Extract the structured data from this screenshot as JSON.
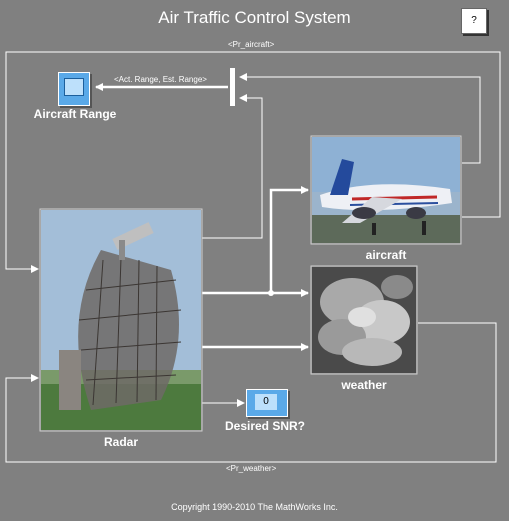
{
  "window": {
    "title": "Air Traffic Control System",
    "help_label": "?",
    "copyright": "Copyright 1990-2010 The MathWorks Inc."
  },
  "blocks": {
    "aircraft": {
      "label": "aircraft"
    },
    "weather": {
      "label": "weather"
    },
    "radar": {
      "label": "Radar"
    },
    "aircraft_range": {
      "label": "Aircraft Range"
    },
    "desired_snr": {
      "label": "Desired SNR?",
      "value": "0"
    }
  },
  "signals": {
    "pr_aircraft": "<Pr_aircraft>",
    "pr_weather": "<Pr_weather>",
    "act_est_range": "<Act. Range, Est. Range>"
  },
  "colors": {
    "background": "#808080",
    "lines": "#ffffff",
    "block_blue": "#5aa9e8"
  }
}
